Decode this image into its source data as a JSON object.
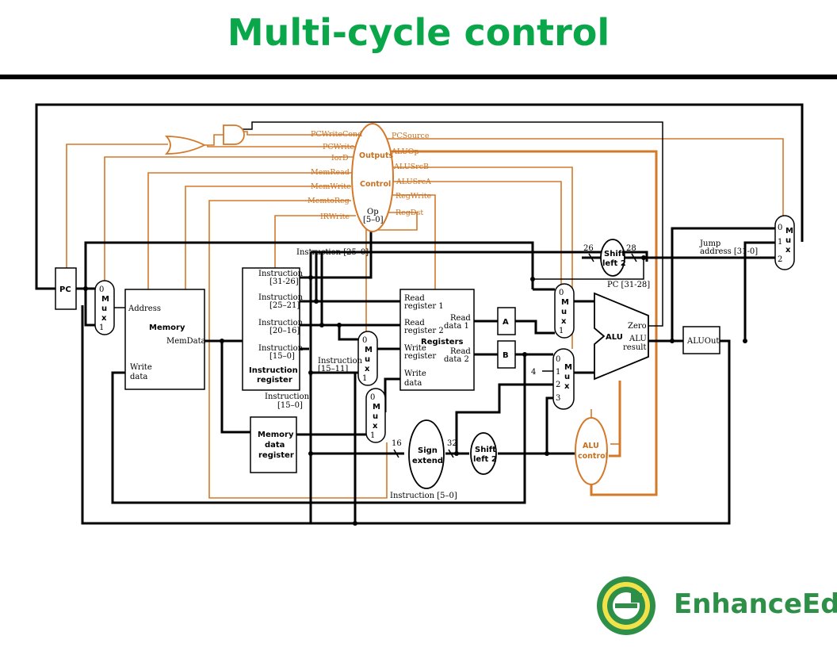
{
  "title": "Multi-cycle control",
  "brand": {
    "name": "EnhanceEdu",
    "logo_icon": "enhanceedu-logo-icon",
    "color": "#2e8f48"
  },
  "colors": {
    "title": "#0aa74a",
    "control_lines": "#d4782a",
    "datapath": "#000000"
  },
  "control": {
    "name": "Control",
    "outputs": "Outputs",
    "op": "Op",
    "op_bits": "[5–0]",
    "signals_left": [
      "PCWriteCond",
      "PCWrite",
      "IorD",
      "MemRead",
      "MemWrite",
      "MemtoReg",
      "IRWrite"
    ],
    "signals_right": [
      "PCSource",
      "ALUOp",
      "ALUSrcB",
      "ALUSrcA",
      "RegWrite",
      "RegDst"
    ]
  },
  "blocks": {
    "pc": "PC",
    "memory": {
      "name": "Memory",
      "address": "Address",
      "memdata": "MemData",
      "write": "Write",
      "data": "data"
    },
    "ir": {
      "f1": [
        "Instruction",
        "[31-26]"
      ],
      "f2": [
        "Instruction",
        "[25–21]"
      ],
      "f3": [
        "Instruction",
        "[20–16]"
      ],
      "f4": [
        "Instruction",
        "[15–0]"
      ],
      "name": [
        "Instruction",
        "register"
      ]
    },
    "mdr": [
      "Memory",
      "data",
      "register"
    ],
    "registers": {
      "name": "Registers",
      "rr1": [
        "Read",
        "register 1"
      ],
      "rr2": [
        "Read",
        "register 2"
      ],
      "wr": [
        "Write",
        "register"
      ],
      "wd": [
        "Write",
        "data"
      ],
      "rd1": [
        "Read",
        "data 1"
      ],
      "rd2": [
        "Read",
        "data 2"
      ]
    },
    "a": "A",
    "b": "B",
    "alu": {
      "name": "ALU",
      "zero": "Zero",
      "result1": "ALU",
      "result2": "result"
    },
    "aluout": "ALUOut",
    "alu_control": [
      "ALU",
      "control"
    ],
    "sign_extend": [
      "Sign",
      "extend"
    ],
    "shift_left_2a": [
      "Shift",
      "left 2"
    ],
    "shift_left_2b": [
      "Shift",
      "left 2"
    ],
    "mux_letters": [
      "M",
      "u",
      "x"
    ]
  },
  "labels": {
    "instr_25_0": "Instruction [25–0]",
    "instr_15_11": [
      "Instruction",
      "[15–11]"
    ],
    "instr_15_0": [
      "Instruction",
      "[15–0]"
    ],
    "instr_5_0": "Instruction [5–0]",
    "pc_31_28": "PC [31-28]",
    "jump": [
      "Jump",
      "address [31-0]"
    ],
    "bits_26": "26",
    "bits_28": "28",
    "bits_16": "16",
    "bits_32": "32",
    "four": "4",
    "mux_inputs_2": [
      "0",
      "1"
    ],
    "mux_inputs_3": [
      "0",
      "1",
      "2"
    ],
    "mux_inputs_4": [
      "0",
      "1",
      "2",
      "3"
    ]
  }
}
